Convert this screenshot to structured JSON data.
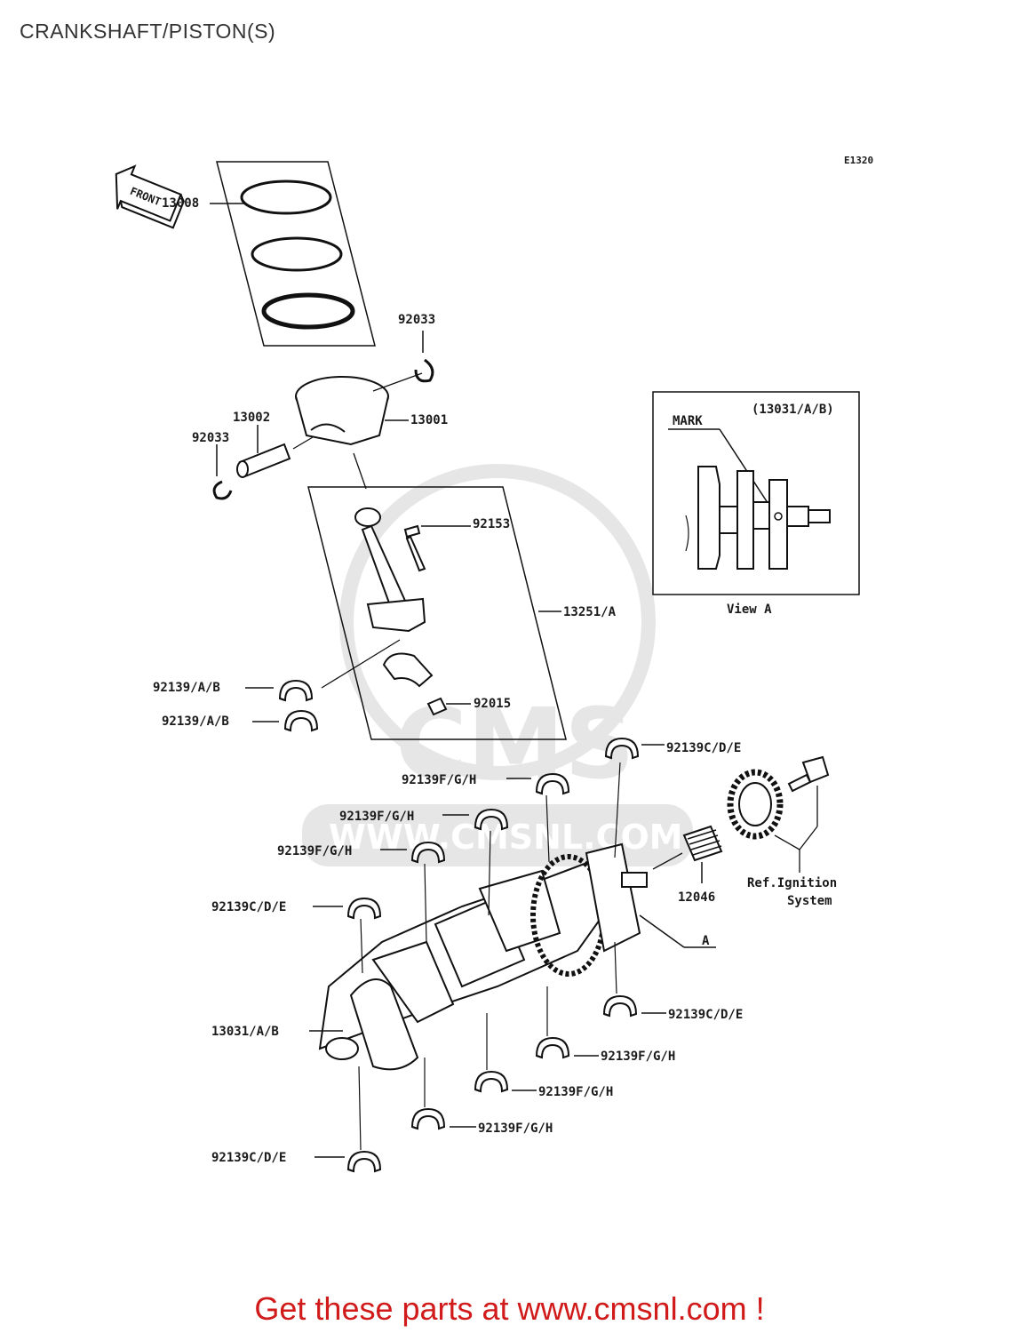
{
  "title": "CRANKSHAFT/PISTON(S)",
  "diagram_code": "E1320",
  "front_label": "FRONT",
  "watermark": {
    "logo_text": "CMS",
    "url_text": "WWW.CMSNL.COM"
  },
  "parts": {
    "rings": "13008",
    "circlip_top": "92033",
    "piston": "13001",
    "piston_pin": "13002",
    "circlip_left": "92033",
    "conrod_bolt": "92153",
    "conrod_assy": "13251/A",
    "conrod_bearing_upper": "92139/A/B",
    "conrod_bearing_lower": "92139/A/B",
    "conrod_nut": "92015",
    "main_brg_1": "92139C/D/E",
    "main_brg_2": "92139F/G/H",
    "main_brg_3": "92139F/G/H",
    "main_brg_4": "92139F/G/H",
    "main_brg_5": "92139C/D/E",
    "crankshaft": "13031/A/B",
    "main_brg_6": "92139C/D/E",
    "main_brg_7": "92139F/G/H",
    "main_brg_8": "92139F/G/H",
    "main_brg_9": "92139F/G/H",
    "main_brg_10": "92139C/D/E",
    "needle_bearing": "12046",
    "view_ref": "A",
    "ref_ignition_1": "Ref.Ignition",
    "ref_ignition_2": "System"
  },
  "inset": {
    "title": "(13031/A/B)",
    "mark_label": "MARK",
    "caption": "View A"
  },
  "footer": "Get these parts at www.cmsnl.com !"
}
